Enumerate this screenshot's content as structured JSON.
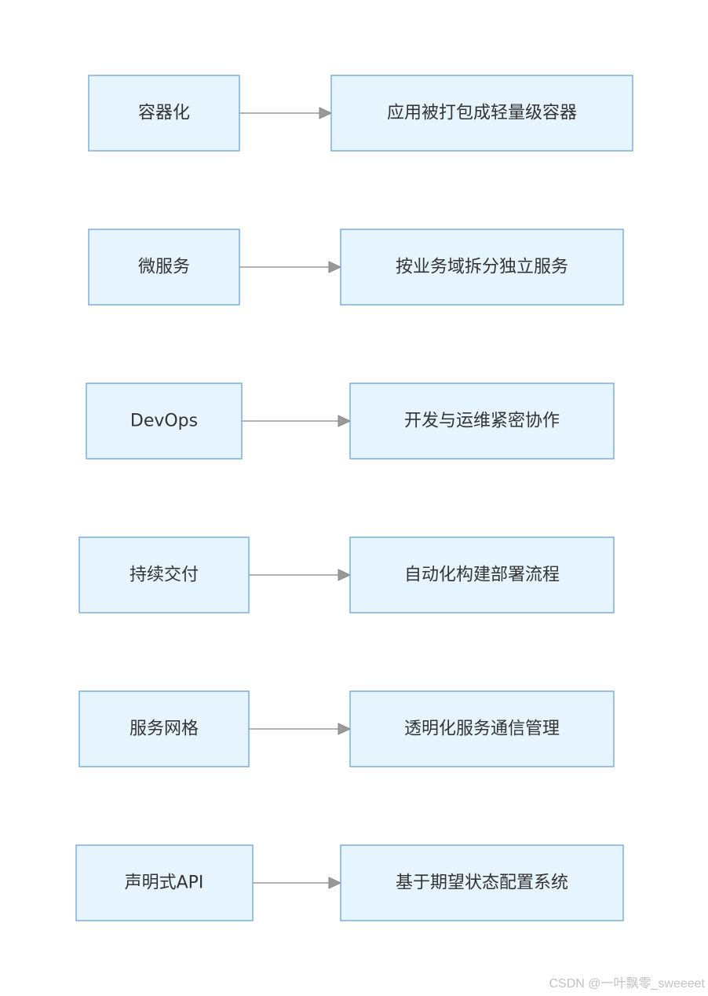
{
  "rows": [
    {
      "concept": "容器化",
      "description": "应用被打包成轻量级容器"
    },
    {
      "concept": "微服务",
      "description": "按业务域拆分独立服务"
    },
    {
      "concept": "DevOps",
      "description": "开发与运维紧密协作"
    },
    {
      "concept": "持续交付",
      "description": "自动化构建部署流程"
    },
    {
      "concept": "服务网格",
      "description": "透明化服务通信管理"
    },
    {
      "concept": "声明式API",
      "description": "基于期望状态配置系统"
    }
  ],
  "watermark": "CSDN @一叶飘零_sweeeet",
  "colors": {
    "node_fill": "#e6f4fd",
    "node_stroke": "#7aaee6",
    "edge": "#999999",
    "text": "#333333"
  }
}
